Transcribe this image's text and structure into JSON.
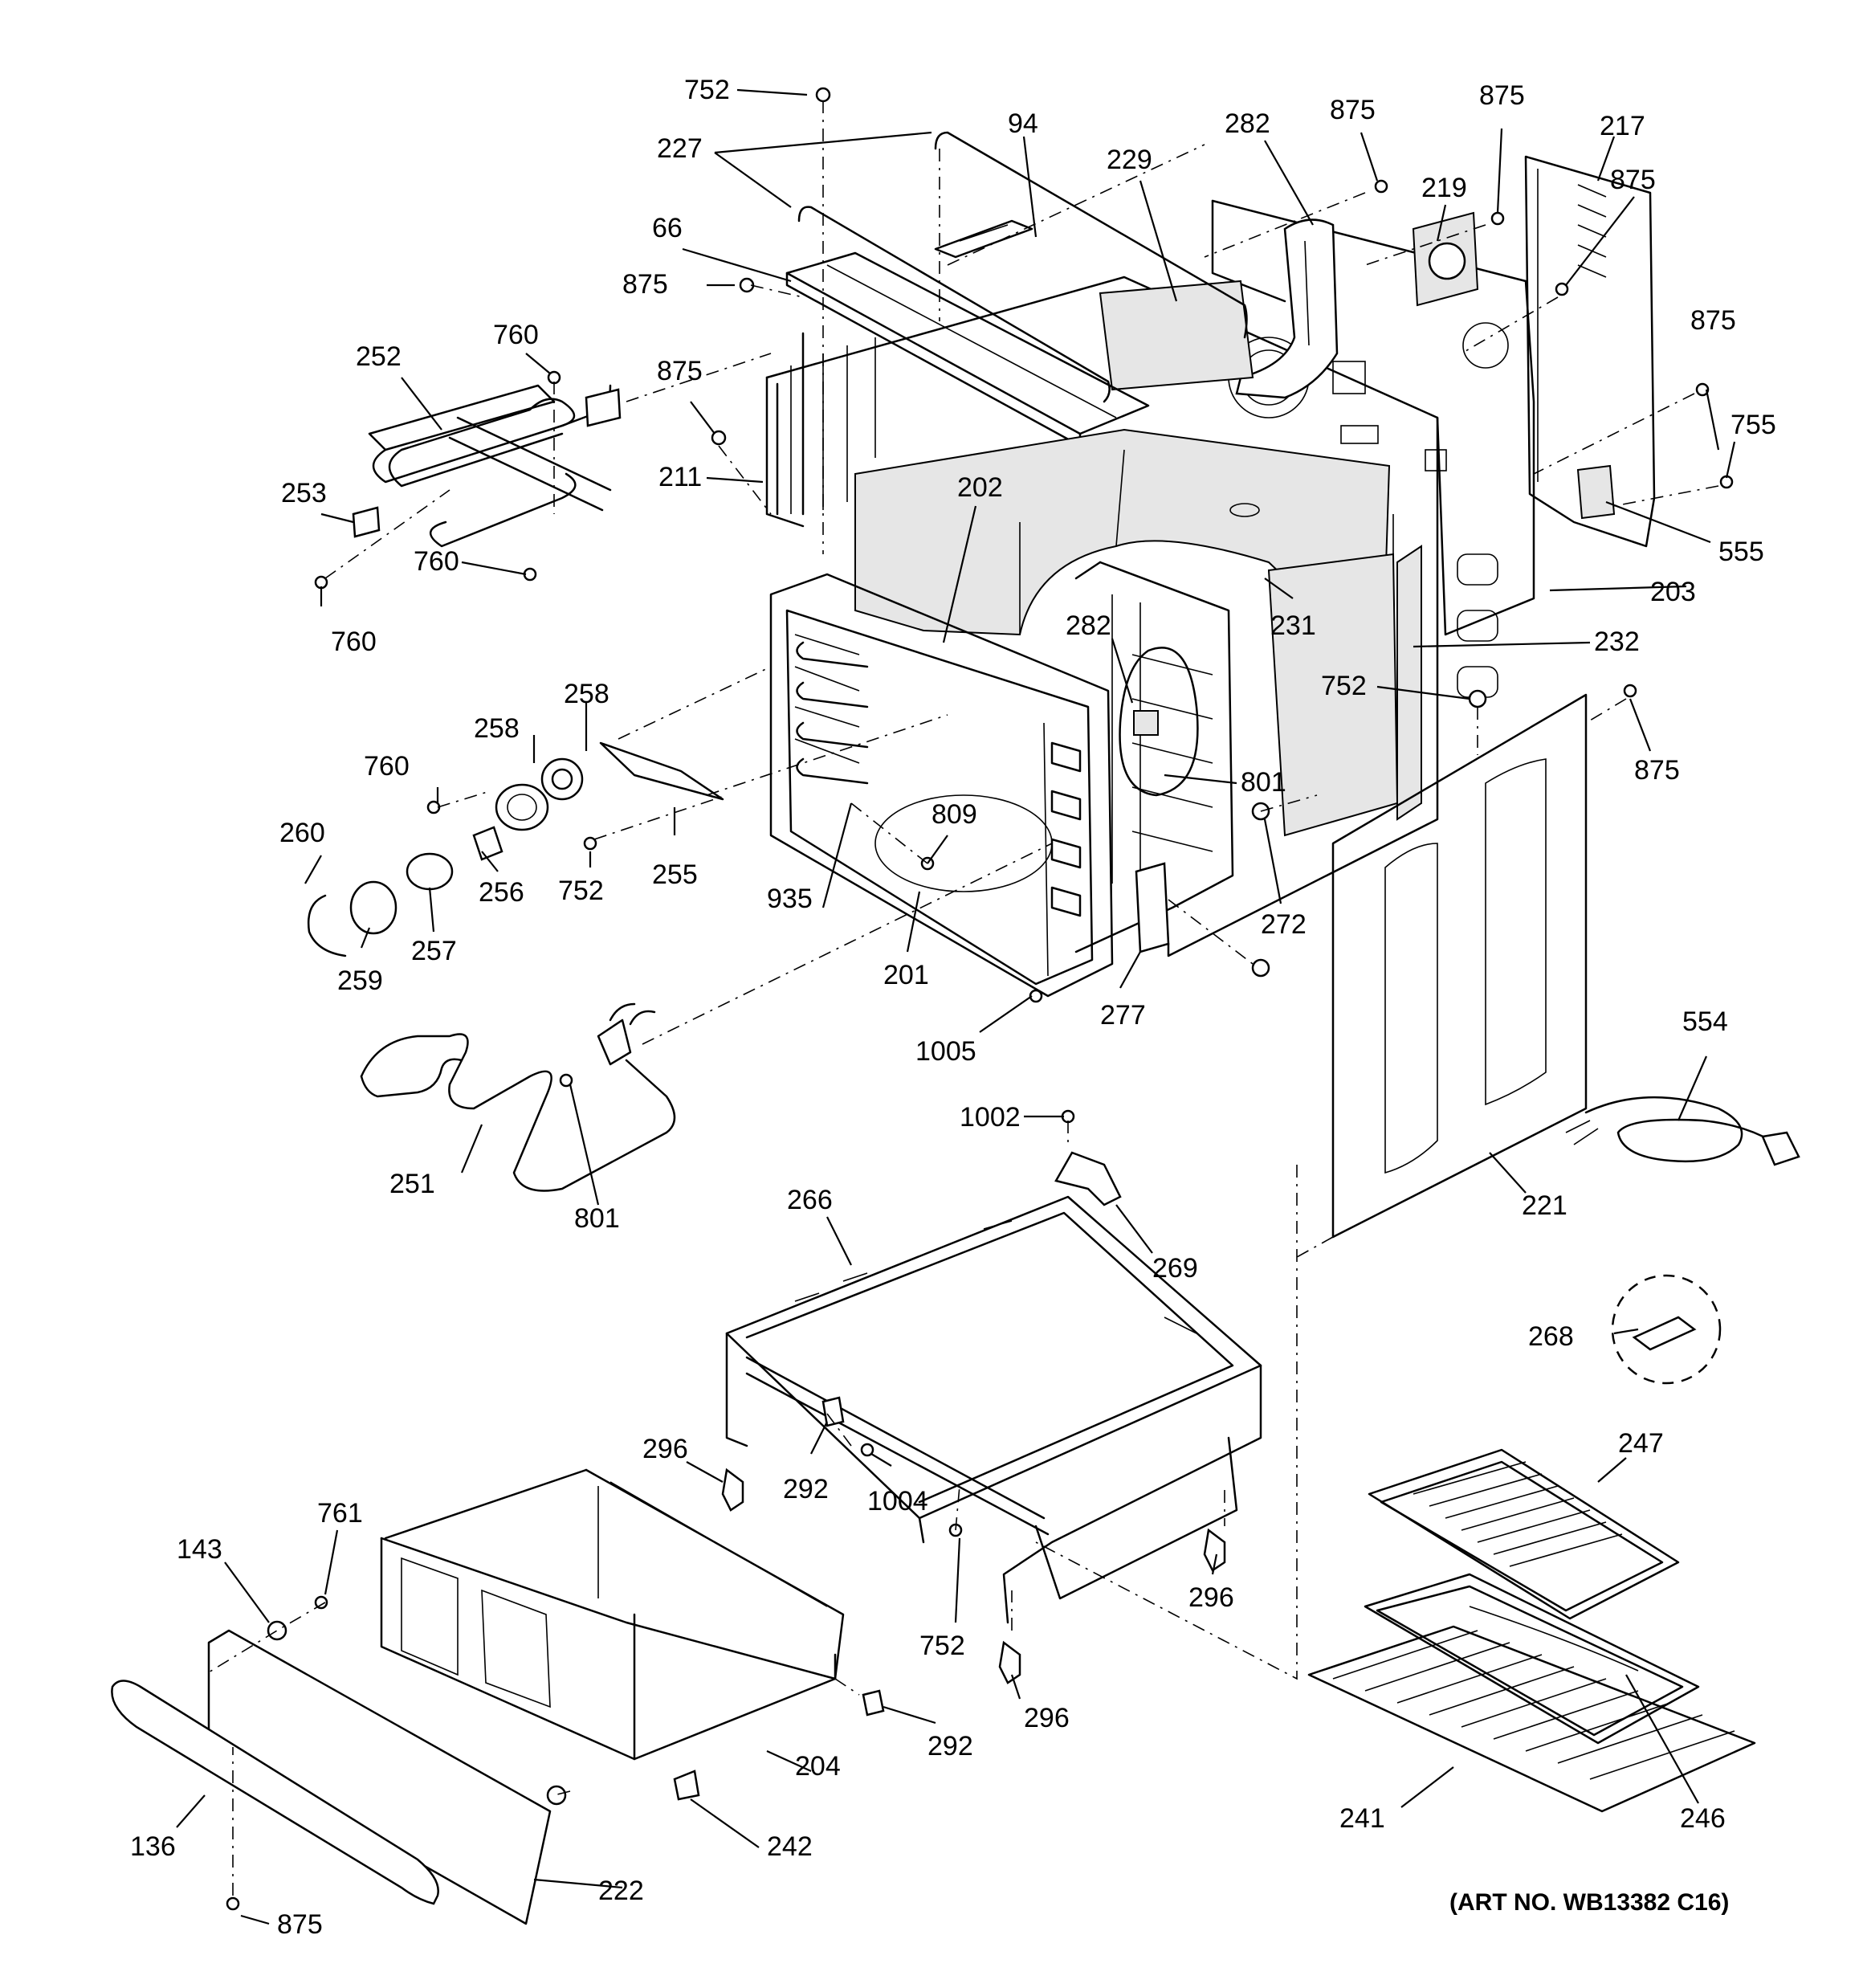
{
  "art_number": "(ART NO. WB13382 C16)",
  "callouts": [
    {
      "id": "c752a",
      "text": "752"
    },
    {
      "id": "c227",
      "text": "227"
    },
    {
      "id": "c94",
      "text": "94"
    },
    {
      "id": "c229",
      "text": "229"
    },
    {
      "id": "c282a",
      "text": "282"
    },
    {
      "id": "c875a",
      "text": "875"
    },
    {
      "id": "c875b",
      "text": "875"
    },
    {
      "id": "c217",
      "text": "217"
    },
    {
      "id": "c875c",
      "text": "875"
    },
    {
      "id": "c219",
      "text": "219"
    },
    {
      "id": "c66",
      "text": "66"
    },
    {
      "id": "c875d",
      "text": "875"
    },
    {
      "id": "c760a",
      "text": "760"
    },
    {
      "id": "c252",
      "text": "252"
    },
    {
      "id": "c875e",
      "text": "875"
    },
    {
      "id": "c875f",
      "text": "875"
    },
    {
      "id": "c755",
      "text": "755"
    },
    {
      "id": "c211",
      "text": "211"
    },
    {
      "id": "c253",
      "text": "253"
    },
    {
      "id": "c760b",
      "text": "760"
    },
    {
      "id": "c202",
      "text": "202"
    },
    {
      "id": "c555",
      "text": "555"
    },
    {
      "id": "c760c",
      "text": "760"
    },
    {
      "id": "c203",
      "text": "203"
    },
    {
      "id": "c231",
      "text": "231"
    },
    {
      "id": "c282b",
      "text": "282"
    },
    {
      "id": "c232",
      "text": "232"
    },
    {
      "id": "c752b",
      "text": "752"
    },
    {
      "id": "c258a",
      "text": "258"
    },
    {
      "id": "c258b",
      "text": "258"
    },
    {
      "id": "c875g",
      "text": "875"
    },
    {
      "id": "c760d",
      "text": "760"
    },
    {
      "id": "c801a",
      "text": "801"
    },
    {
      "id": "c260",
      "text": "260"
    },
    {
      "id": "c809",
      "text": "809"
    },
    {
      "id": "c255",
      "text": "255"
    },
    {
      "id": "c256",
      "text": "256"
    },
    {
      "id": "c752c",
      "text": "752"
    },
    {
      "id": "c935",
      "text": "935"
    },
    {
      "id": "c272",
      "text": "272"
    },
    {
      "id": "c257",
      "text": "257"
    },
    {
      "id": "c259",
      "text": "259"
    },
    {
      "id": "c201",
      "text": "201"
    },
    {
      "id": "c277",
      "text": "277"
    },
    {
      "id": "c1005",
      "text": "1005"
    },
    {
      "id": "c554",
      "text": "554"
    },
    {
      "id": "c1002",
      "text": "1002"
    },
    {
      "id": "c251",
      "text": "251"
    },
    {
      "id": "c801b",
      "text": "801"
    },
    {
      "id": "c266",
      "text": "266"
    },
    {
      "id": "c221",
      "text": "221"
    },
    {
      "id": "c269",
      "text": "269"
    },
    {
      "id": "c268",
      "text": "268"
    },
    {
      "id": "c296a",
      "text": "296"
    },
    {
      "id": "c292a",
      "text": "292"
    },
    {
      "id": "c1004",
      "text": "1004"
    },
    {
      "id": "c247",
      "text": "247"
    },
    {
      "id": "c761",
      "text": "761"
    },
    {
      "id": "c143",
      "text": "143"
    },
    {
      "id": "c296b",
      "text": "296"
    },
    {
      "id": "c752d",
      "text": "752"
    },
    {
      "id": "c292b",
      "text": "292"
    },
    {
      "id": "c296c",
      "text": "296"
    },
    {
      "id": "c204",
      "text": "204"
    },
    {
      "id": "c241",
      "text": "241"
    },
    {
      "id": "c246",
      "text": "246"
    },
    {
      "id": "c136",
      "text": "136"
    },
    {
      "id": "c242",
      "text": "242"
    },
    {
      "id": "c222",
      "text": "222"
    },
    {
      "id": "c875h",
      "text": "875"
    }
  ]
}
